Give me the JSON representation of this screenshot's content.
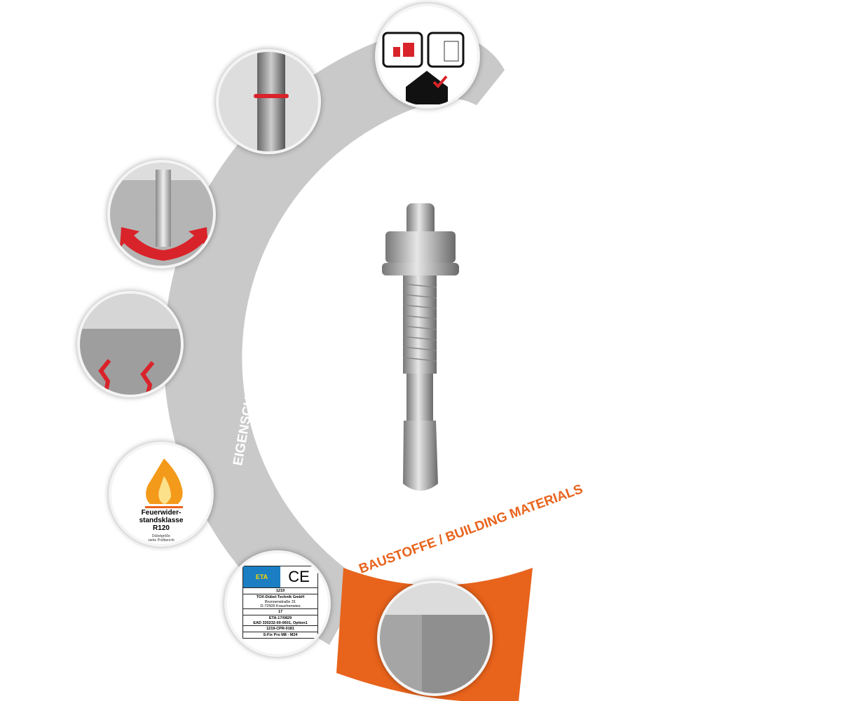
{
  "arc_labels": {
    "properties": "EIGENSCHAFTEN / PROPERTIES",
    "materials": "BAUSTOFFE / BUILDING MATERIALS"
  },
  "fire": {
    "title": "Feuerwider-\nstandsklasse",
    "class": "R120",
    "note": "Dübelgröße\nsiehe Prüfbericht"
  },
  "ce_label": {
    "eta_logo": "ETA",
    "ce": "CE",
    "rows": [
      "1219",
      "TOX-Dübel-Technik GmbH",
      "Brunnenstraße 31",
      "D-72505 Krauchenwies",
      "17",
      "ETA-17/0829",
      "EAD 330232-00-0601, Option1",
      "1219-CPR-0181",
      "S-Fix Pro M8 - M24"
    ]
  },
  "colors": {
    "arc": "#c9c9c9",
    "accent": "#e8631c",
    "red": "#d9232a"
  }
}
